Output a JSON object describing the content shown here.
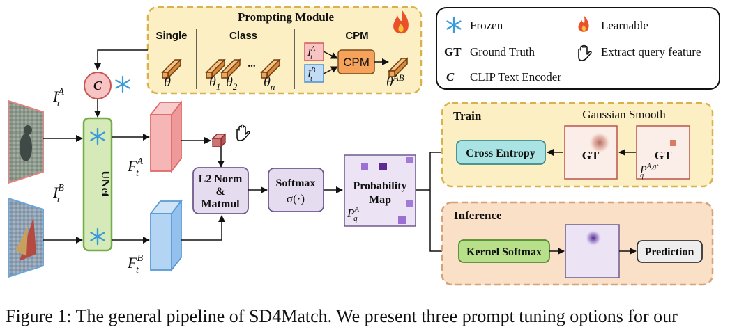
{
  "prompting": {
    "title": "Prompting Module",
    "single_label": "Single",
    "class_label": "Class",
    "cpm_label": "CPM",
    "cpm_box": "CPM",
    "theta": "θ",
    "theta1": "θ",
    "theta1_sub": "1",
    "theta2": "θ",
    "theta2_sub": "2",
    "dots": "...",
    "thetan": "θ",
    "thetan_sub": "n",
    "theta_ab": "θ",
    "theta_ab_sup": "AB",
    "cpm_in_a": "I",
    "cpm_in_a_sup": "A",
    "cpm_in_a_sub": "t",
    "cpm_in_b": "I",
    "cpm_in_b_sup": "B",
    "cpm_in_b_sub": "t"
  },
  "legend": {
    "frozen": "Frozen",
    "learnable": "Learnable",
    "gt_key": "GT",
    "gt_desc": "Ground Truth",
    "extract": "Extract query feature",
    "c_key": "C",
    "c_desc": "CLIP Text Encoder"
  },
  "pipeline": {
    "clip_c": "C",
    "unet": "UNet",
    "img_a": "I",
    "img_a_sup": "A",
    "img_a_sub": "t",
    "img_b": "I",
    "img_b_sup": "B",
    "img_b_sub": "t",
    "feat_a": "F",
    "feat_a_sup": "A",
    "feat_a_sub": "t",
    "feat_b": "F",
    "feat_b_sup": "B",
    "feat_b_sub": "t",
    "l2_line1": "L2 Norm",
    "l2_line2": "&",
    "l2_line3": "Matmul",
    "softmax_title": "Softmax",
    "softmax_sigma": "σ(·)",
    "prob_line1": "Probability",
    "prob_line2": "Map",
    "prob_p": "P",
    "prob_p_sup": "A",
    "prob_p_sub": "q"
  },
  "train": {
    "title": "Train",
    "gaussian": "Gaussian Smooth",
    "cross_entropy": "Cross Entropy",
    "gt1": "GT",
    "gt2": "GT",
    "p": "P",
    "p_sup": "A,gt",
    "p_sub": "q"
  },
  "inference": {
    "title": "Inference",
    "kernel": "Kernel Softmax",
    "prediction": "Prediction"
  },
  "caption": "Figure 1: The general pipeline of SD4Match. We present three prompt tuning options for our",
  "colors": {
    "prompt_bg": "#fcefc4",
    "prompt_border": "#d8b24a",
    "train_bg": "#fcefc4",
    "inference_bg": "#fbe0c8",
    "inference_border": "#d6a27a",
    "unet_fill": "#d5eab8",
    "unet_border": "#72ad4a",
    "feat_a": "#f3aaaa",
    "feat_b": "#a8cdf2",
    "purple_box": "#e6dcf0",
    "cross_entropy": "#a9e3e3",
    "kernel": "#b8e08a",
    "cpm_orange": "#f5a35a"
  }
}
